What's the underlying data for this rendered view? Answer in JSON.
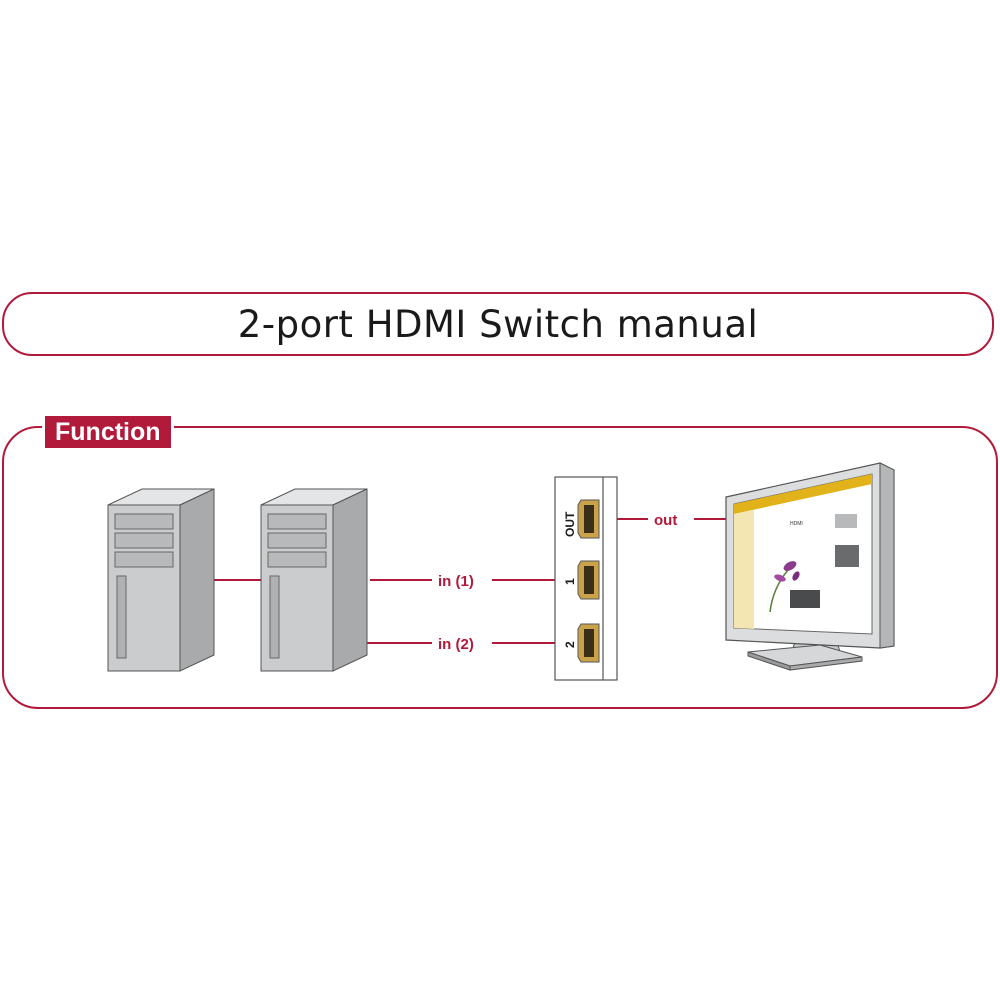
{
  "title": "2-port HDMI Switch manual",
  "section": {
    "label": "Function"
  },
  "connections": {
    "input1": "in (1)",
    "input2": "in (2)",
    "output": "out"
  },
  "switch_ports": {
    "out": "OUT",
    "port1": "1",
    "port2": "2"
  },
  "colors": {
    "accent": "#b11a3a",
    "text": "#1a1a1a",
    "tower": "#c8c9cb"
  },
  "icons": [
    "pc-tower-icon",
    "pc-tower-icon",
    "hdmi-switch-icon",
    "monitor-icon"
  ]
}
